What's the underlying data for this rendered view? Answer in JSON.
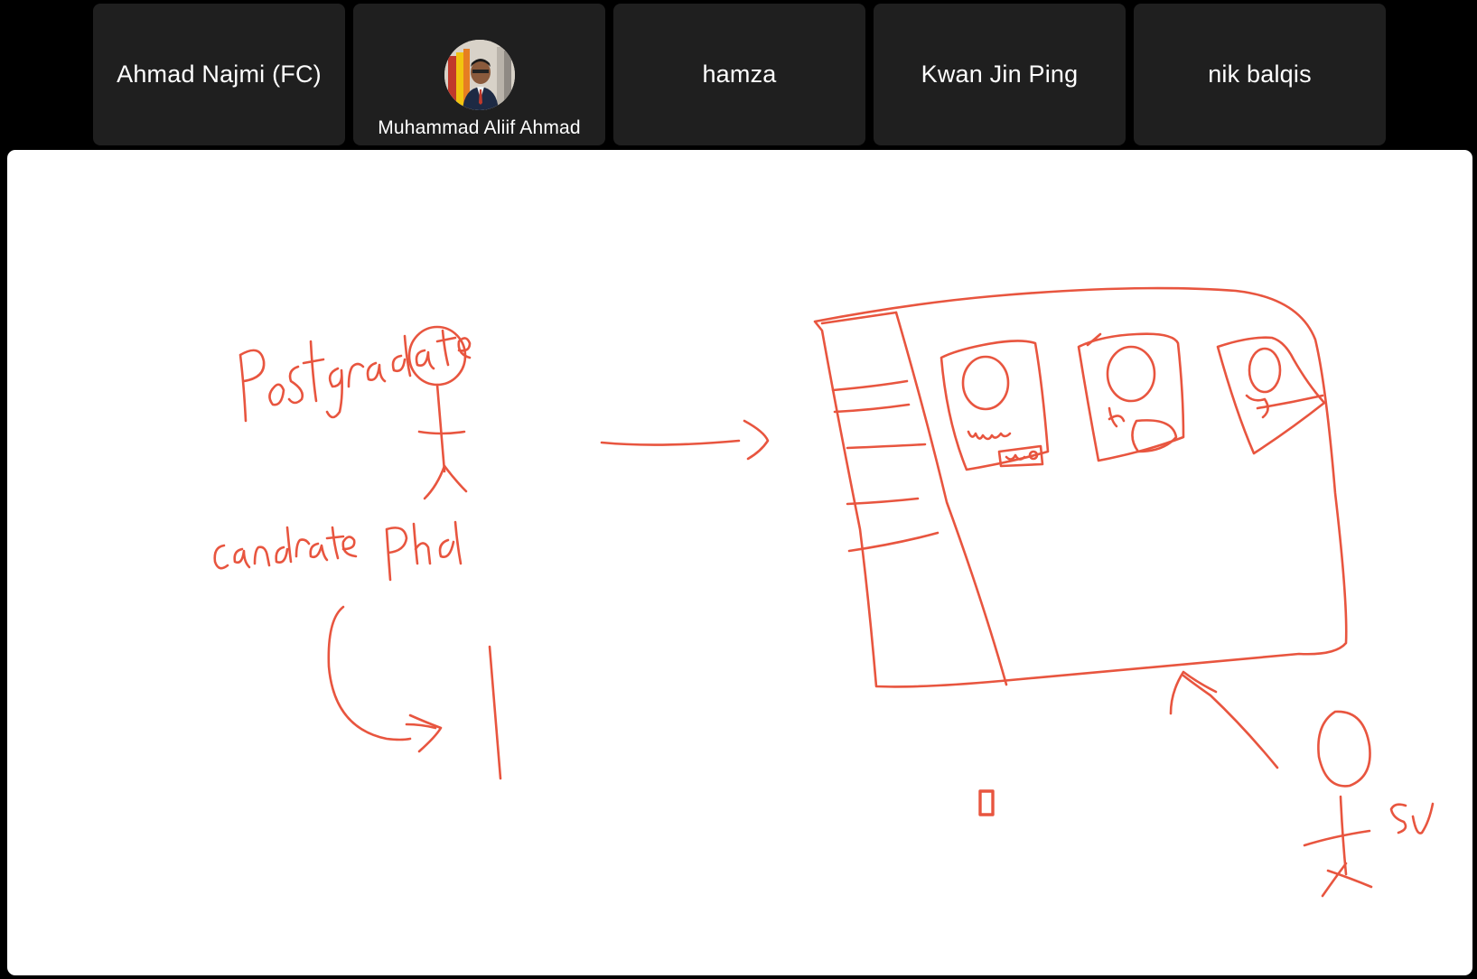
{
  "participants": [
    {
      "name": "Ahmad Najmi (FC)",
      "has_video": false
    },
    {
      "name": "Muhammad Aliif Ahmad",
      "has_video": true
    },
    {
      "name": "hamza",
      "has_video": false
    },
    {
      "name": "Kwan Jin Ping",
      "has_video": false
    },
    {
      "name": "nik balqis",
      "has_video": false
    }
  ],
  "whiteboard": {
    "ink_color": "#e8553f",
    "background": "#ffffff",
    "handwritten_text": [
      "Postgraduate",
      "candidate Phd",
      "SV"
    ]
  },
  "colors": {
    "app_background": "#000000",
    "tile_background": "#1f1f1f",
    "tile_text": "#ffffff"
  }
}
